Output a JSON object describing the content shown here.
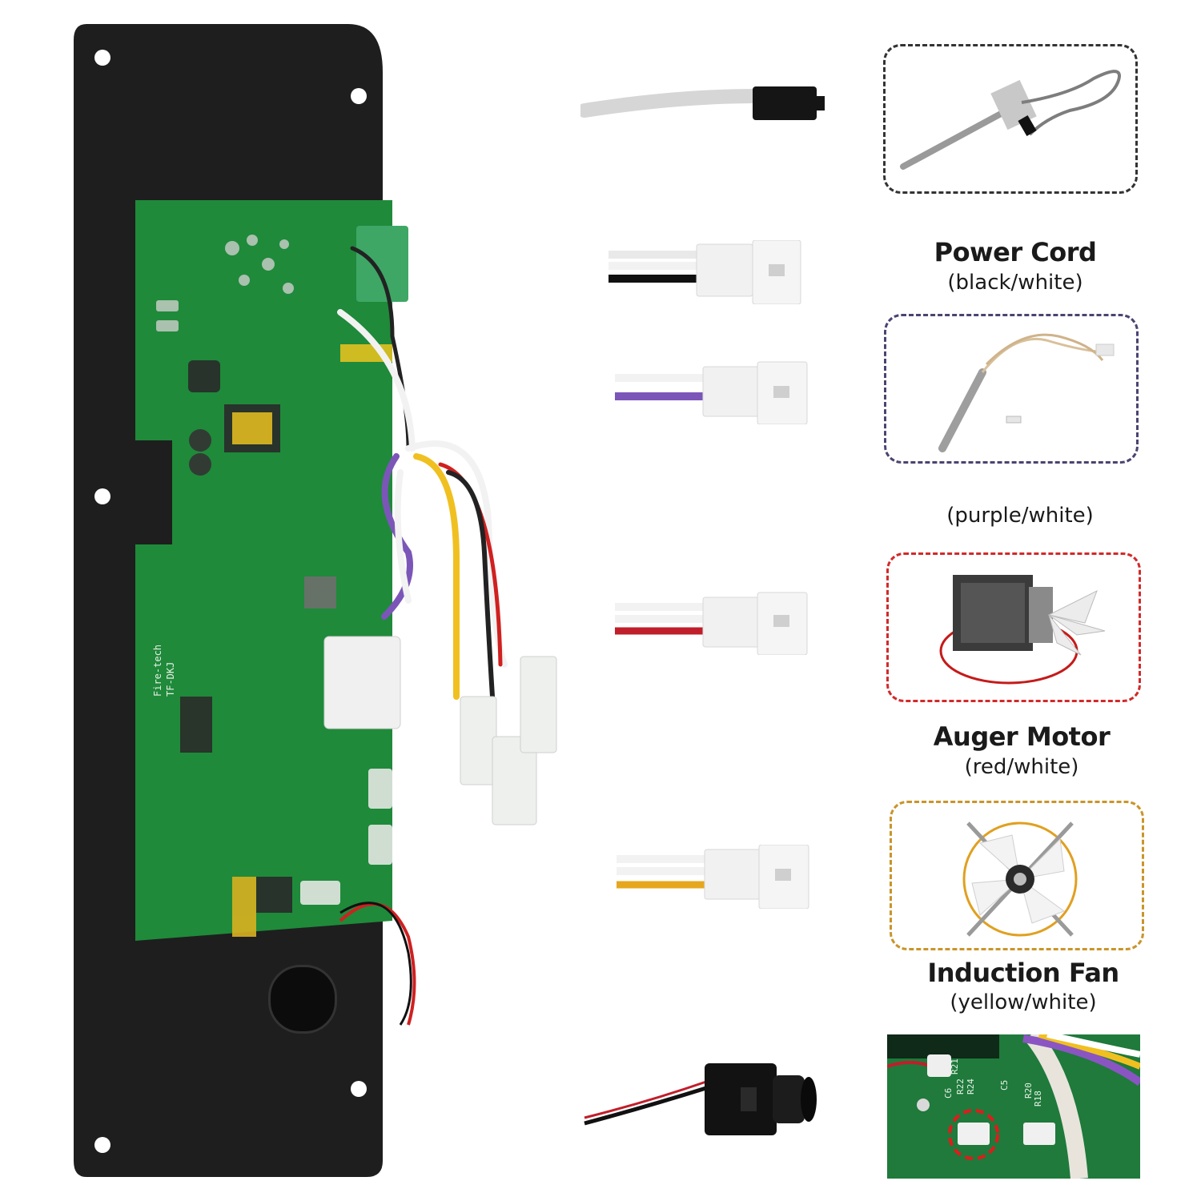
{
  "colors": {
    "panel": "#1e1e1e",
    "pcb": "#1f8a3a",
    "box_black": "#333333",
    "box_purple": "#4a4470",
    "box_red": "#d12a2a",
    "box_gold": "#c9952a"
  },
  "labels": {
    "power_cord": {
      "title": "Power Cord",
      "sub": "(black/white)"
    },
    "probe": {
      "sub": "(purple/white)"
    },
    "auger_motor": {
      "title": "Auger Motor",
      "sub": "(red/white)"
    },
    "induction_fan": {
      "title": "Induction Fan",
      "sub": "(yellow/white)"
    }
  },
  "pcb_text": {
    "silk_a": "Fire-tech",
    "silk_b": "TF-DKJ"
  },
  "detail_text": {
    "r21": "R21",
    "r22": "R22",
    "r24": "R24",
    "r20": "R20",
    "r18": "R18",
    "c5": "C5",
    "c6": "C6"
  }
}
